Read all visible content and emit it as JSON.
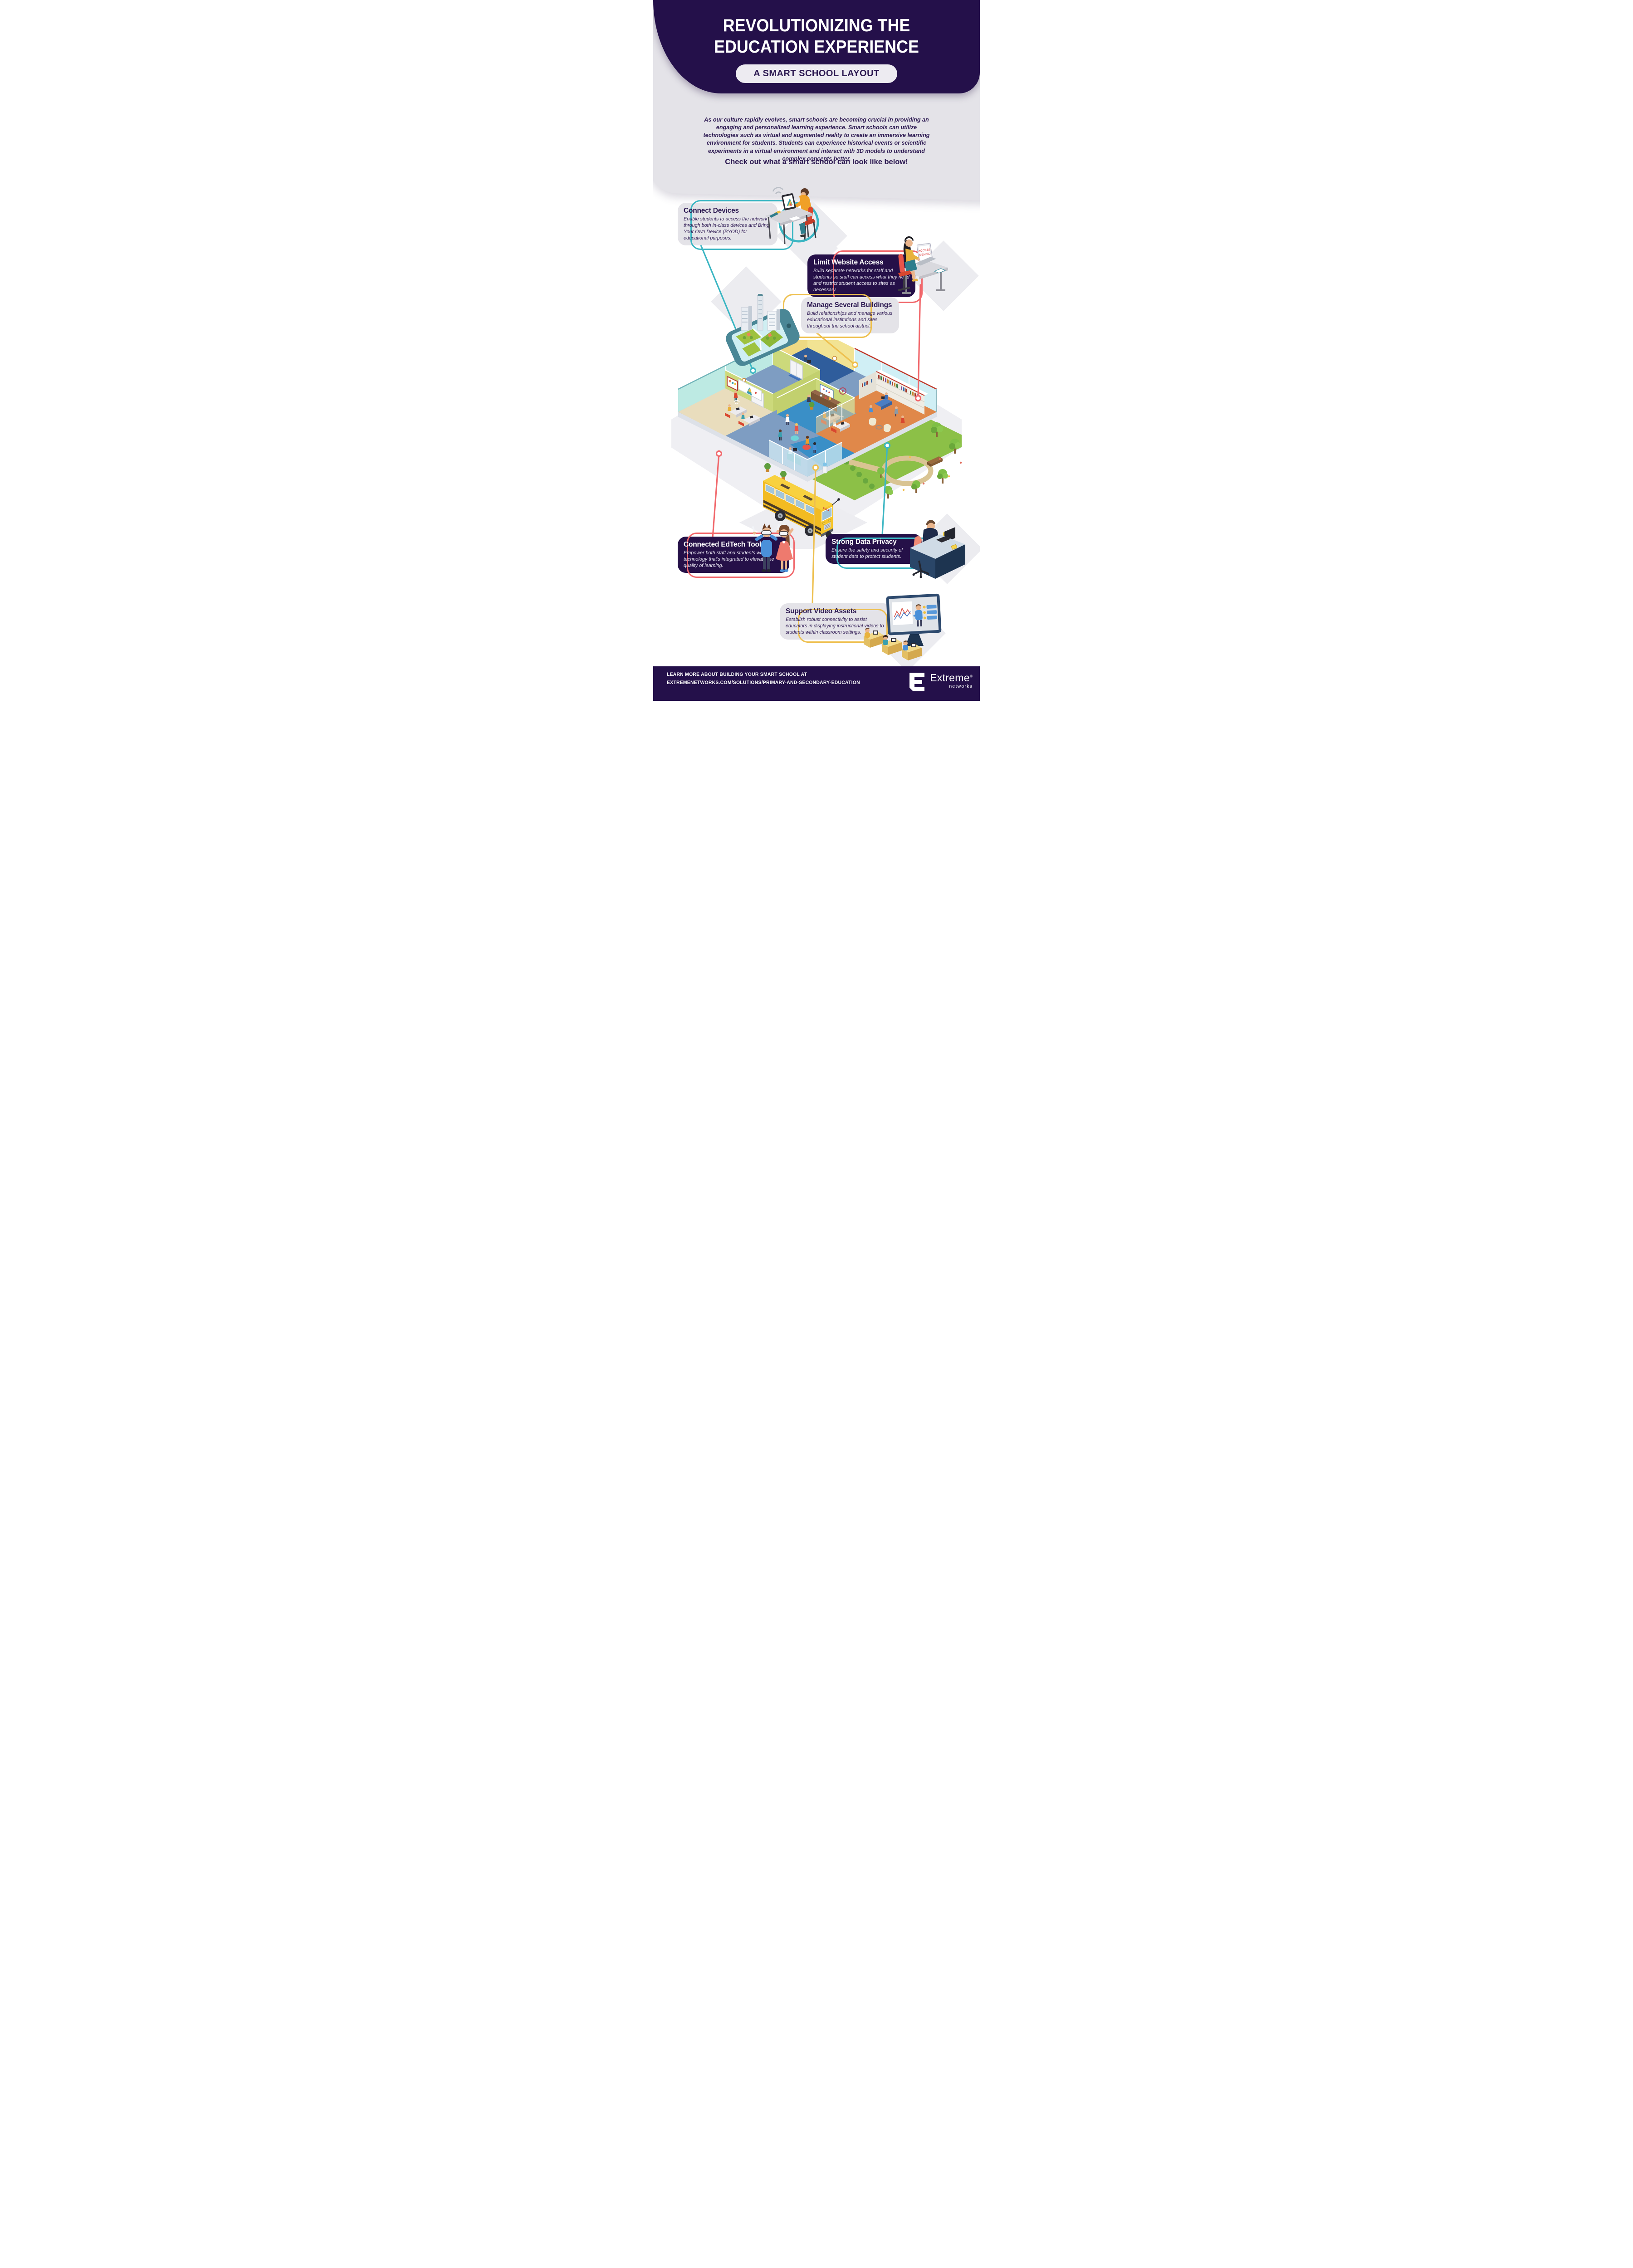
{
  "header": {
    "title_line1": "REVOLUTIONIZING THE",
    "title_line2": "EDUCATION EXPERIENCE",
    "pill": "A SMART SCHOOL LAYOUT"
  },
  "intro": {
    "paragraph": "As our culture rapidly evolves, smart schools are becoming crucial in providing an engaging and personalized learning experience. Smart schools can utilize technologies such as virtual and augmented reality to create an immersive learning environment for students. Students can experience historical events or scientific experiments in a virtual environment and interact with 3D models to understand complex concepts better.",
    "cta": "Check out what a smart school can look like below!"
  },
  "callouts": [
    {
      "title": "Connect Devices",
      "body": "Enable students to access the network through both in-class devices and Bring Your Own Device (BYOD) for educational purposes.",
      "accent": "#3bb6c3",
      "theme": "light"
    },
    {
      "title": "Limit Website Access",
      "body": "Build separate networks for staff and students so staff can access what they need and restrict student access to sites as necessary.",
      "accent": "#f1686c",
      "theme": "dark"
    },
    {
      "title": "Manage Several Buildings",
      "body": "Build relationships and manage various educational institutions and sites throughout the school district.",
      "accent": "#eec04f",
      "theme": "light"
    },
    {
      "title": "Connected EdTech Tools",
      "body": "Empower both staff and students with technology that's integrated to elevate the quality of learning.",
      "accent": "#f1686c",
      "theme": "dark"
    },
    {
      "title": "Strong Data Privacy",
      "body": "Ensure the safety and security of student data to protect students.",
      "accent": "#3bb6c3",
      "theme": "dark"
    },
    {
      "title": "Support Video Assets",
      "body": "Establish robust connectivity to assist educators in displaying instructional videos to students within classroom settings.",
      "accent": "#eec04f",
      "theme": "light"
    }
  ],
  "illustration": {
    "access_denied_line1": "ACCESS",
    "access_denied_line2": "DENIED"
  },
  "icons": {
    "wifi": "wifi-signal-arcs",
    "connector_dot": "connector-ring-dot",
    "vr_headset": "vr-headset",
    "logo_mark": "extreme-networks-e-logo"
  },
  "colors": {
    "brand_purple": "#24104a",
    "panel_gray": "#e4e3e8",
    "teal": "#3bb6c3",
    "coral": "#f1686c",
    "yellow": "#eec04f",
    "hallway_blue": "#7e9dc2",
    "library_orange": "#e0884a",
    "lawn_green": "#8cc047",
    "bus_yellow": "#f2bb22"
  },
  "footer": {
    "line1": "LEARN MORE ABOUT BUILDING YOUR SMART SCHOOL AT",
    "line2": "EXTREMENETWORKS.COM/SOLUTIONS/PRIMARY-AND-SECONDARY-EDUCATION",
    "brand": "Extreme",
    "registered": "®",
    "brand_sub": "networks"
  }
}
